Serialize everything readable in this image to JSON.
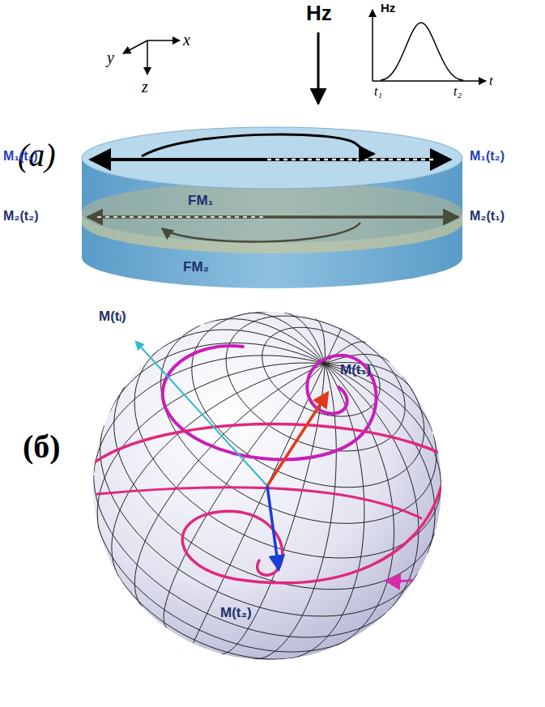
{
  "diagram": {
    "nodes": [
      {
        "text": [
          "FM₁"
        ]
      },
      {
        "text": [
          "FM₂"
        ]
      }
    ],
    "labels": [
      "y",
      "x",
      "z",
      "Hz",
      "Hz",
      "t",
      "t₁",
      "t₂",
      "(a)",
      "M₁(t₁)",
      "M₁(t₂)",
      "M₂(t₂)",
      "M₂(t₁)",
      "(б)",
      "M(tᵢ)",
      "M(t₁)",
      "M(t₂)"
    ]
  }
}
